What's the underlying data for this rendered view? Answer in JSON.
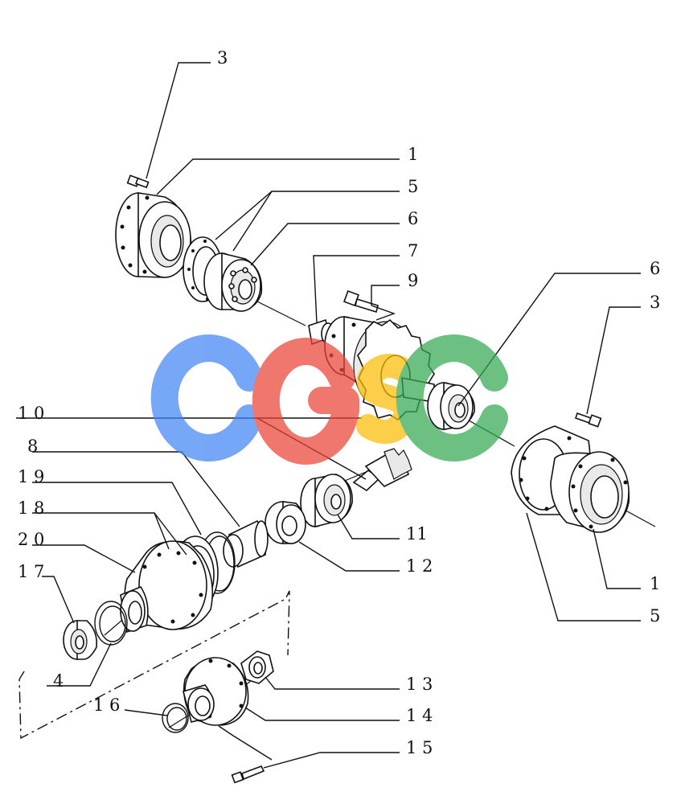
{
  "watermark": {
    "letters": [
      "C",
      "G",
      "S",
      "C"
    ],
    "colors": [
      "#4285f4",
      "#ea4335",
      "#fbbc05",
      "#34a853"
    ]
  },
  "callouts": [
    {
      "id": "c3a",
      "label": "3"
    },
    {
      "id": "c1a",
      "label": "1"
    },
    {
      "id": "c5a",
      "label": "5"
    },
    {
      "id": "c6a",
      "label": "6"
    },
    {
      "id": "c7",
      "label": "7"
    },
    {
      "id": "c9",
      "label": "9"
    },
    {
      "id": "c6b",
      "label": "6"
    },
    {
      "id": "c3b",
      "label": "3"
    },
    {
      "id": "c10",
      "label": "1 0"
    },
    {
      "id": "c8",
      "label": "8"
    },
    {
      "id": "c19",
      "label": "1 9"
    },
    {
      "id": "c18",
      "label": "1 8"
    },
    {
      "id": "c20",
      "label": "2 0"
    },
    {
      "id": "c17",
      "label": "1 7"
    },
    {
      "id": "c11",
      "label": "11"
    },
    {
      "id": "c12",
      "label": "1 2"
    },
    {
      "id": "c1b",
      "label": "1"
    },
    {
      "id": "c5b",
      "label": "5"
    },
    {
      "id": "c4",
      "label": "4"
    },
    {
      "id": "c13",
      "label": "1 3"
    },
    {
      "id": "c16",
      "label": "1 6"
    },
    {
      "id": "c14",
      "label": "1 4"
    },
    {
      "id": "c15",
      "label": "1 5"
    }
  ]
}
